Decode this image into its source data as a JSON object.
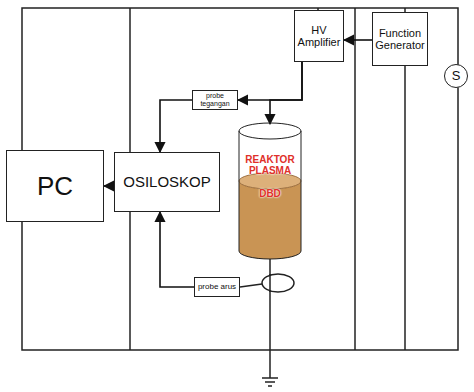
{
  "diagram": {
    "nodes": [
      {
        "text": [
          "PC"
        ]
      },
      {
        "text": [
          "OSILOSKOP"
        ]
      },
      {
        "text": [
          "probe tegangan"
        ]
      },
      {
        "text": [
          "HV Amplifier"
        ]
      },
      {
        "text": [
          "Function Generator"
        ]
      },
      {
        "text": [
          "S"
        ]
      },
      {
        "text": [
          "REAKTOR PLASMA",
          "DBD"
        ]
      },
      {
        "text": [
          "probe arus"
        ]
      }
    ],
    "edges": [
      {
        "from": 4,
        "to": 3,
        "arrow": "to"
      },
      {
        "from": 3,
        "to": 2,
        "arrow": "to"
      },
      {
        "from": 3,
        "to": 6,
        "arrow": "to"
      },
      {
        "from": 2,
        "to": 1,
        "arrow": "to"
      },
      {
        "from": 7,
        "to": 1,
        "arrow": "to"
      },
      {
        "from": 1,
        "to": 0,
        "arrow": "to"
      }
    ]
  }
}
